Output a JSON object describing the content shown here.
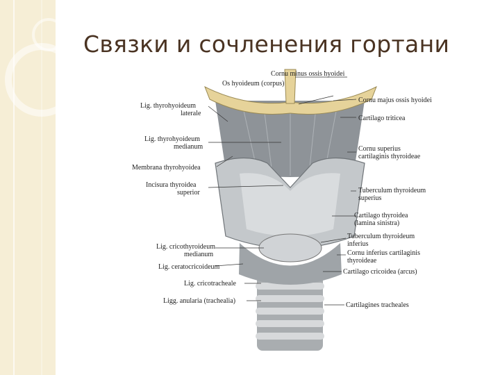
{
  "slide": {
    "title": "Связки и сочленения гортани"
  },
  "figure": {
    "labels_left": [
      "Lig. thyrohyoideum",
      "laterale",
      "Lig. thyrohyoideum",
      "medianum",
      "Membrana thyrohyoidea",
      "Incisura thyroidea",
      "superior",
      "Lig. cricothyroideum",
      "medianum",
      "Lig. ceratocricoideum",
      "Lig. cricotracheale",
      "Ligg. anularia (trachealia)"
    ],
    "labels_right": [
      "Cornu minus ossis hyoidei",
      "Os hyoideum (corpus)",
      "Cornu majus ossis hyoidei",
      "Cartilago triticea",
      "Cornu superius",
      "cartilaginis thyroideae",
      "Tuberculum thyroideum",
      "superius",
      "Cartilago thyroidea",
      "(lamina sinistra)",
      "Tuberculum thyroideum",
      "inferius",
      "Cornu inferius cartilaginis",
      "thyroideae",
      "Cartilago cricoidea (arcus)",
      "Cartilagines tracheales"
    ]
  },
  "colors": {
    "sidebar": "#f6eed6",
    "title": "#4a3322",
    "hyoid": "#e6d39a",
    "cartilage": "#bfc3c6"
  }
}
